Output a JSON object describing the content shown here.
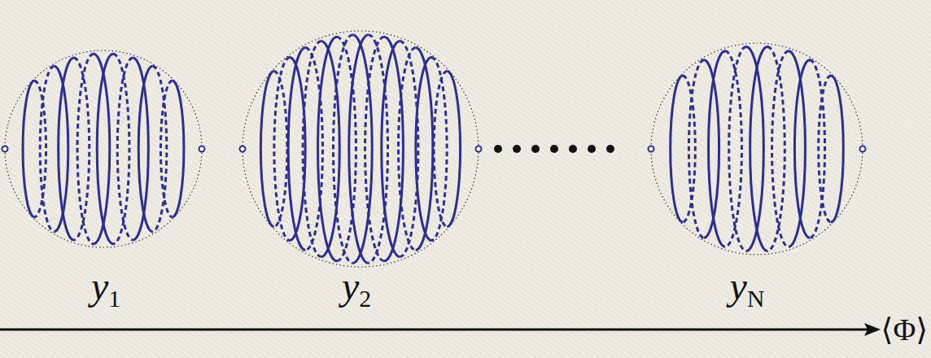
{
  "diagram": {
    "labels": [
      "y1",
      "y2",
      "yN",
      "⟨Φ⟩"
    ]
  }
}
